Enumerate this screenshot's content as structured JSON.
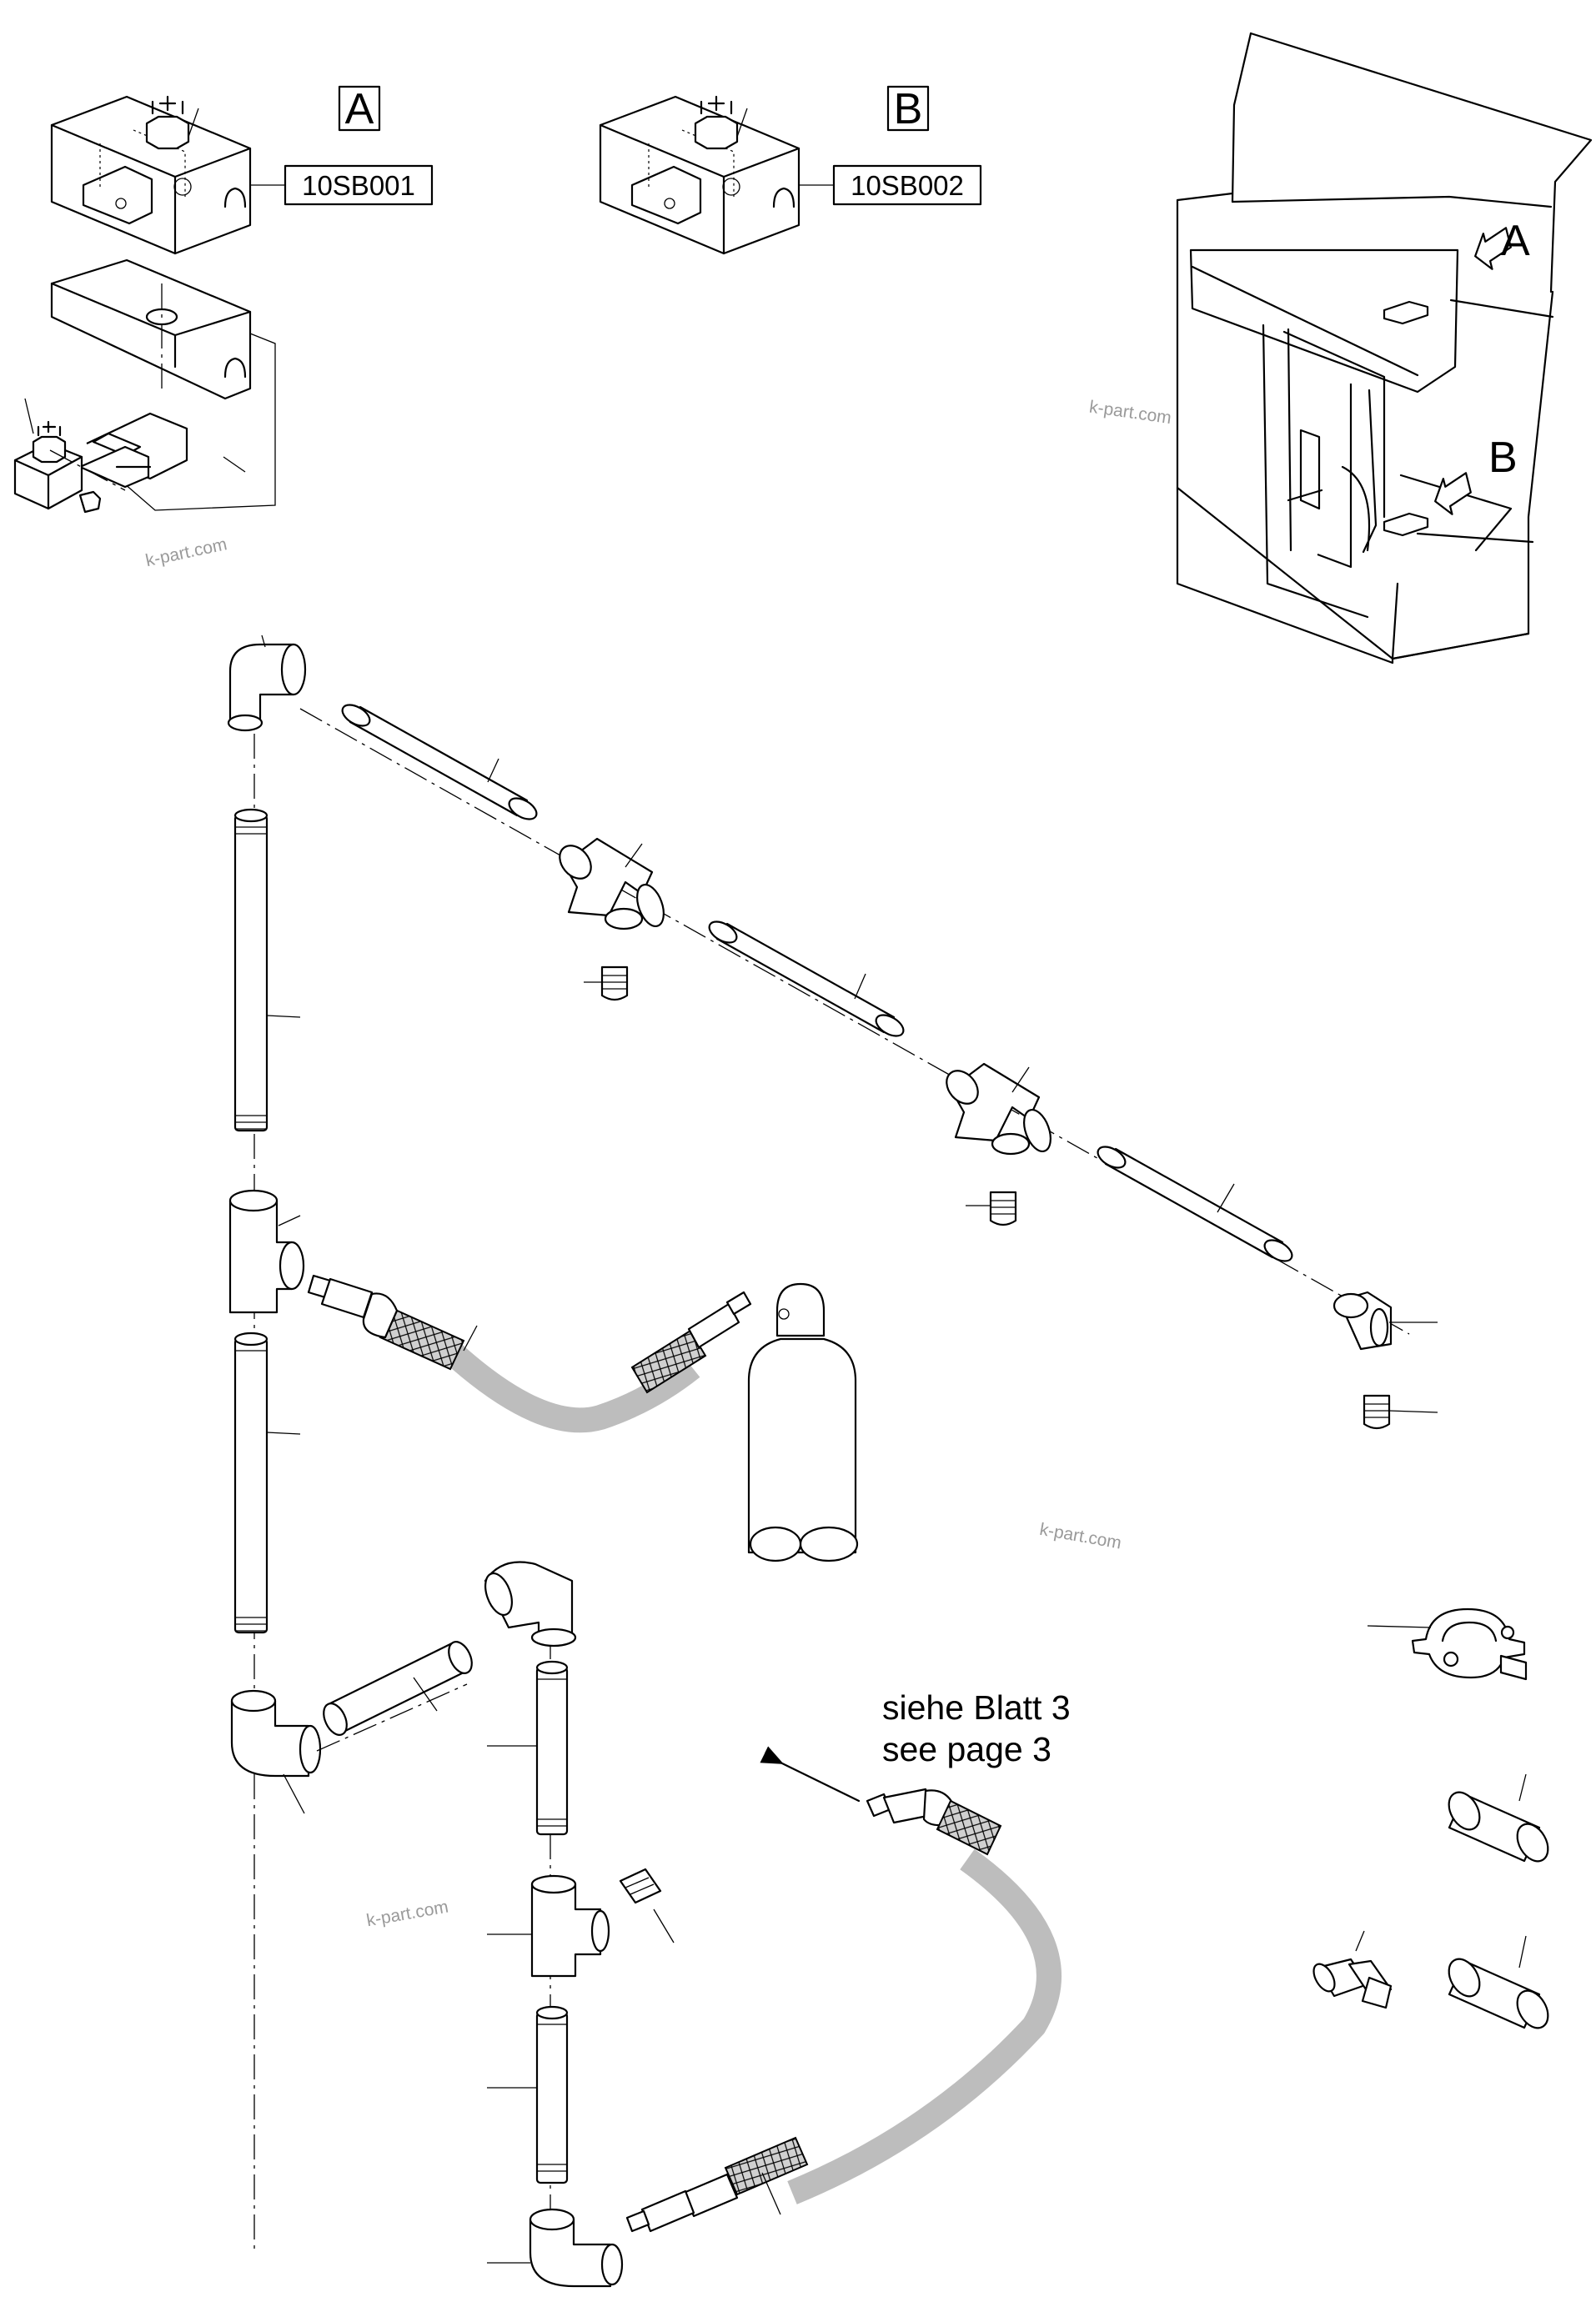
{
  "callouts": {
    "detail_a_letter": "A",
    "detail_b_letter": "B",
    "detail_a_code": "10SB001",
    "detail_b_code": "10SB002",
    "view_a_letter": "A",
    "view_b_letter": "B"
  },
  "note": {
    "line_de": "siehe Blatt 3",
    "line_en": "see page 3"
  },
  "watermark": {
    "text": "k-part.com"
  },
  "colors": {
    "hose_fill": "#bdbdbd",
    "label_box_fill": "#d9d9d9"
  }
}
